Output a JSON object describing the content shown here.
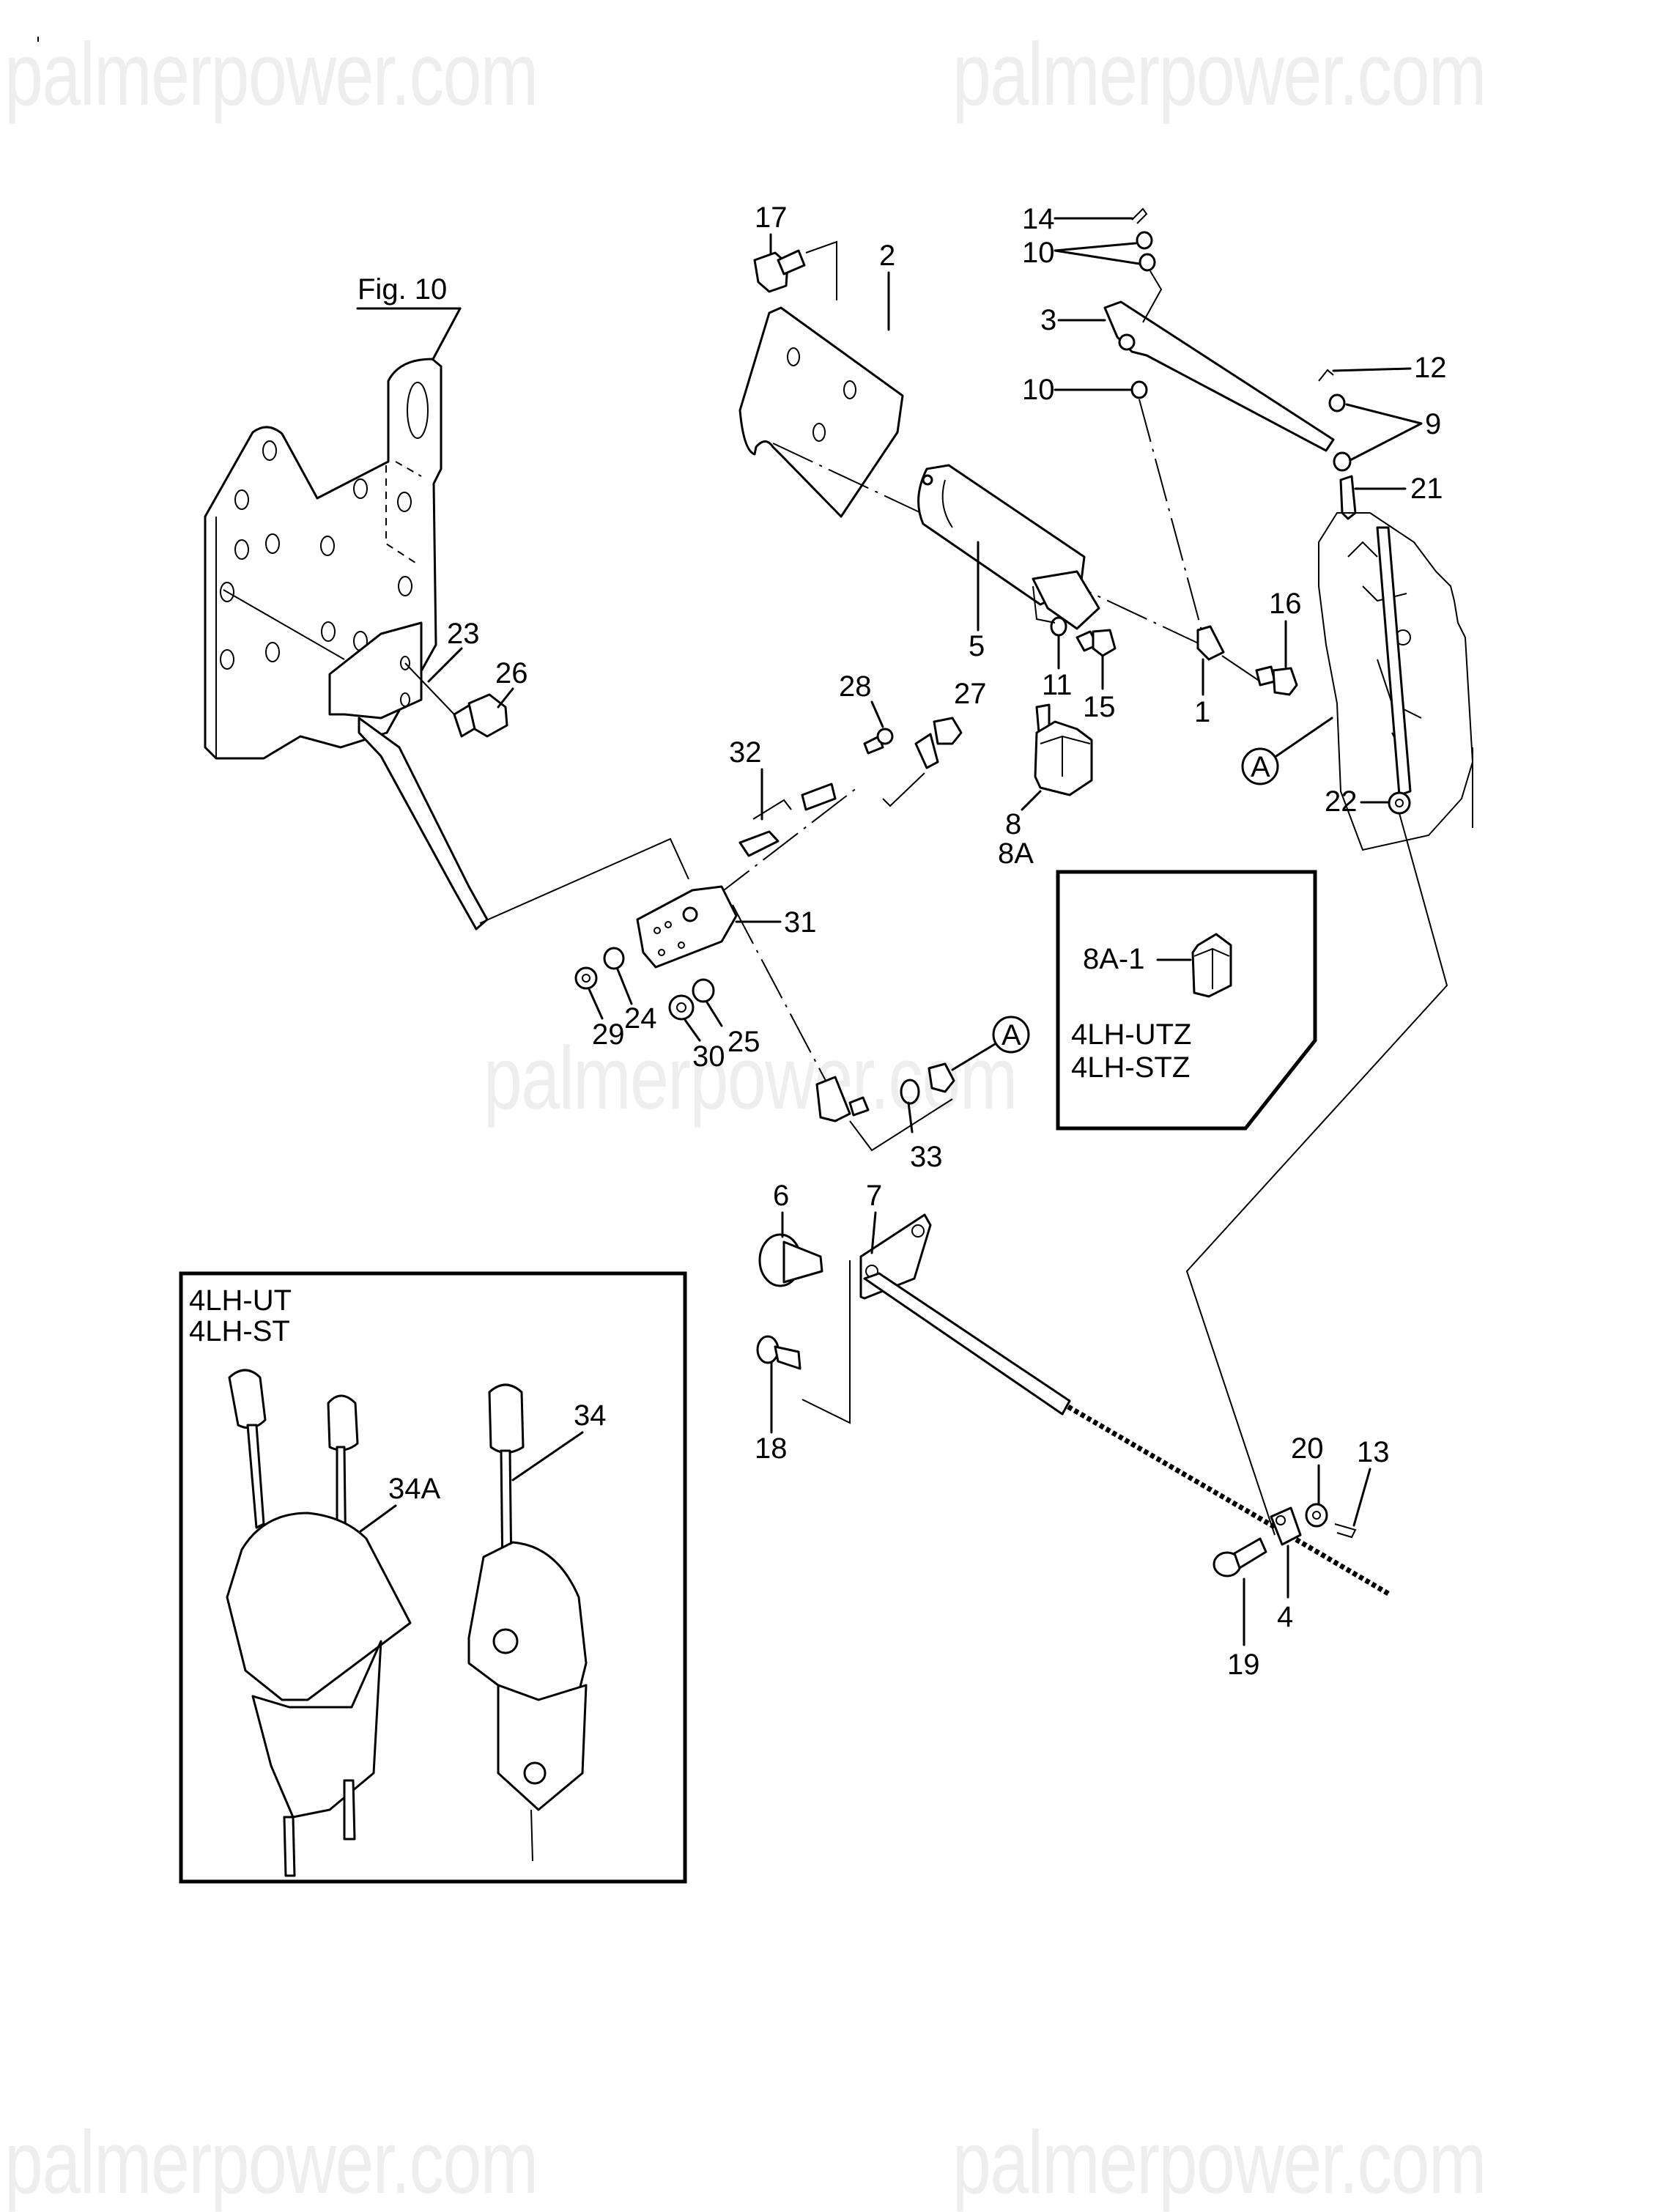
{
  "watermark": {
    "text": "palmerpower.com",
    "color": "#eeeeee"
  },
  "figure_reference": {
    "label": "Fig. 10"
  },
  "callouts": {
    "p1": "1",
    "p2": "2",
    "p3": "3",
    "p4": "4",
    "p5": "5",
    "p6": "6",
    "p7": "7",
    "p8": "8",
    "p8A": "8A",
    "p9": "9",
    "p10a": "10",
    "p10b": "10",
    "p11": "11",
    "p12": "12",
    "p13": "13",
    "p14": "14",
    "p15": "15",
    "p16": "16",
    "p17": "17",
    "p18": "18",
    "p19": "19",
    "p20": "20",
    "p21": "21",
    "p22": "22",
    "p23": "23",
    "p24": "24",
    "p25": "25",
    "p26": "26",
    "p27": "27",
    "p28": "28",
    "p29": "29",
    "p30": "30",
    "p31": "31",
    "p32": "32",
    "p33": "33",
    "p34": "34",
    "p34A": "34A"
  },
  "connection_markers": {
    "engine_side": "A",
    "cable_side": "A"
  },
  "inset_relay": {
    "part_label": "8A-1",
    "models": [
      "4LH-UTZ",
      "4LH-STZ"
    ]
  },
  "inset_levers": {
    "models": [
      "4LH-UT",
      "4LH-ST"
    ],
    "labels": {
      "single": "34",
      "dual": "34A"
    }
  }
}
